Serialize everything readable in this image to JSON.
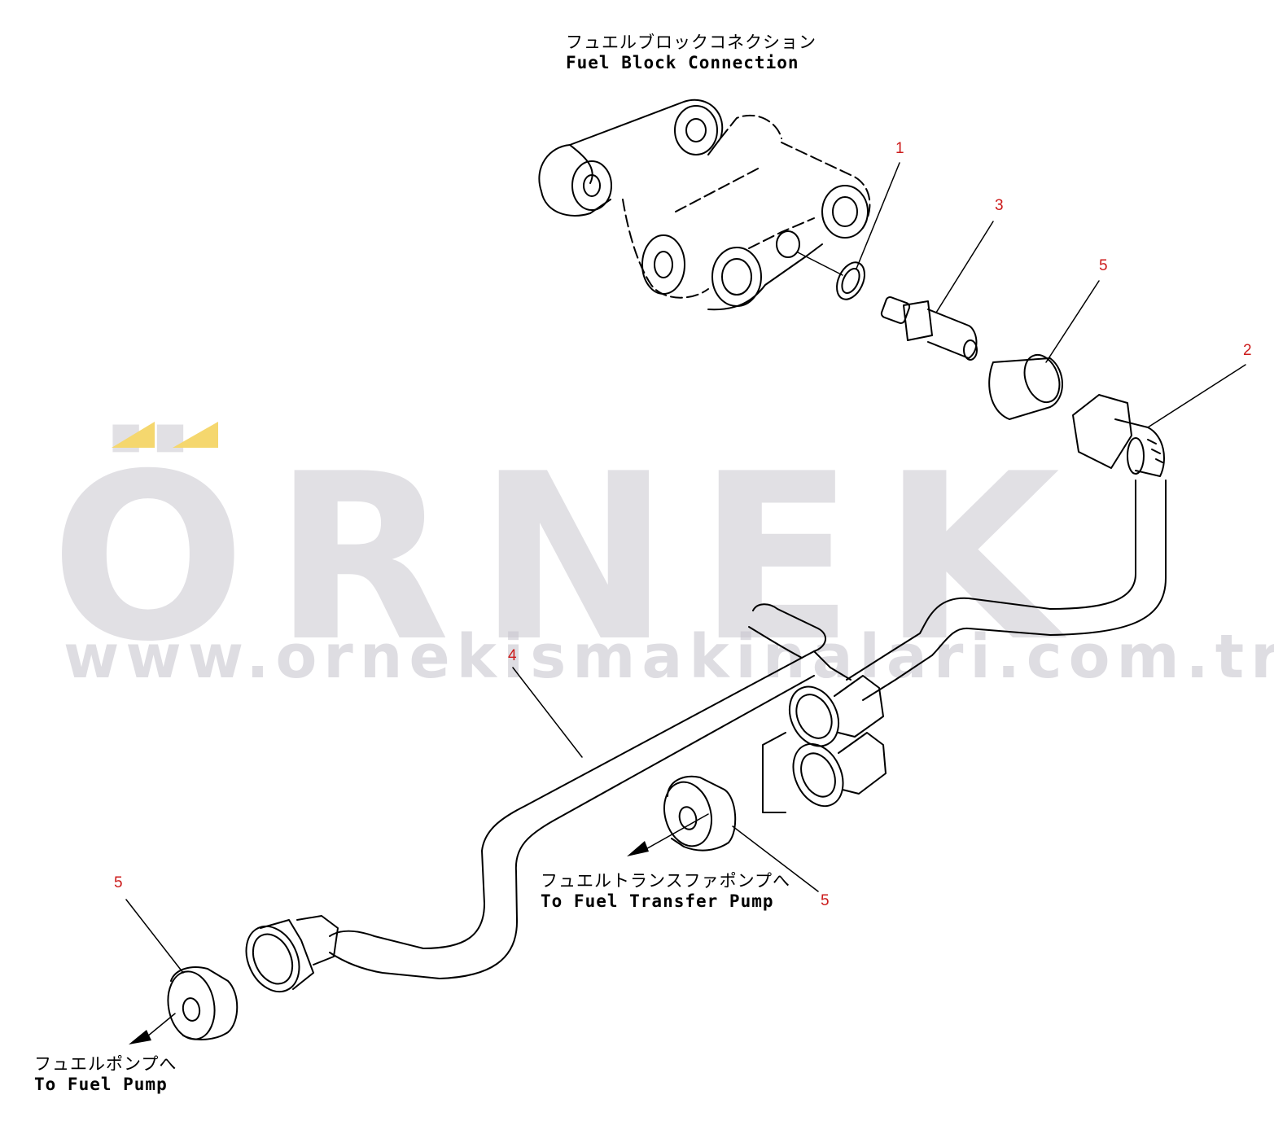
{
  "labels": {
    "fuel_block": {
      "ja": "フュエルブロックコネクション",
      "en": "Fuel Block Connection"
    },
    "transfer_pump": {
      "ja": "フュエルトランスファポンプへ",
      "en": "To Fuel Transfer Pump"
    },
    "fuel_pump": {
      "ja": "フュエルポンプへ",
      "en": "To Fuel Pump"
    }
  },
  "callouts": {
    "c1": "1",
    "c2": "2",
    "c3": "3",
    "c4": "4",
    "c5_top": "5",
    "c5_mid": "5",
    "c5_left": "5"
  },
  "watermark": {
    "brand": "ÖRNEK",
    "url": "www.ornekismakinalari.com.tr",
    "color": "#c9c7cf",
    "accent": "#f5d76e"
  },
  "colors": {
    "callout": "#cc1a1a",
    "line": "#000000"
  }
}
